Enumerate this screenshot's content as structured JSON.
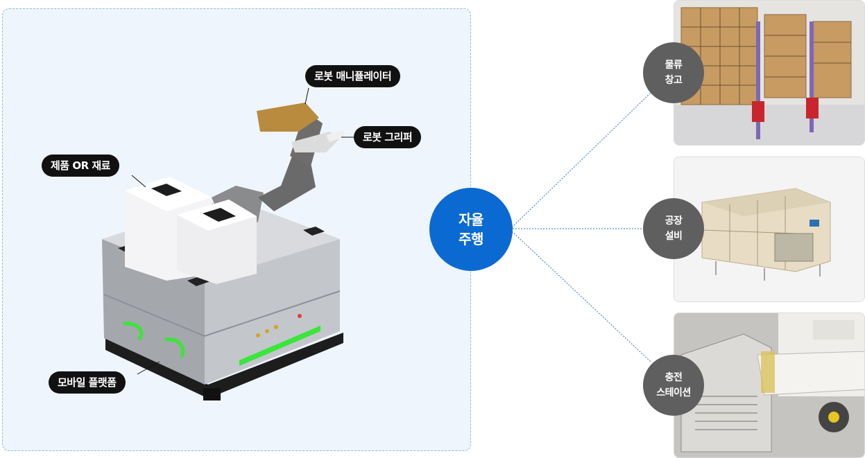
{
  "labels": {
    "manipulator": "로봇 매니퓰레이터",
    "gripper": "로봇 그리퍼",
    "product": "제품 OR 재료",
    "platform": "모바일 플랫폼"
  },
  "center": {
    "line1": "자율",
    "line2": "주행"
  },
  "targets": [
    {
      "line1": "물류",
      "line2": "창고"
    },
    {
      "line1": "공장",
      "line2": "설비"
    },
    {
      "line1": "충전",
      "line2": "스테이션"
    }
  ],
  "colors": {
    "panel_bg": "#eef5fd",
    "center_blue": "#0b6ad2",
    "node_gray": "#5f5f5f",
    "accent_green": "#39e639"
  }
}
